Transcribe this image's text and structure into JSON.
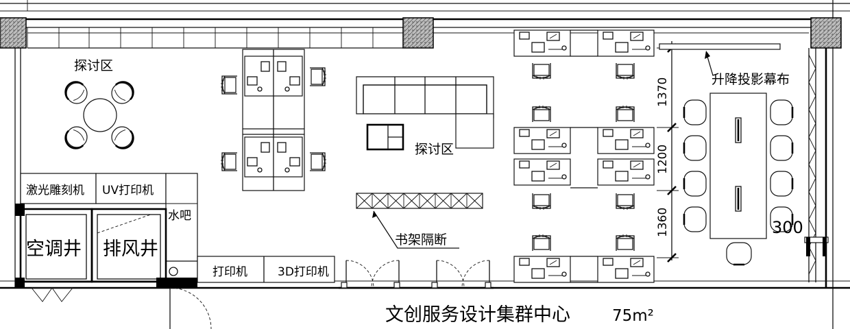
{
  "labels": {
    "discussion_area_left": "探讨区",
    "discussion_area_center": "探讨区",
    "laser_engraver": "激光雕刻机",
    "uv_printer": "UV打印机",
    "water_bar": "水吧",
    "ac_shaft": "空调井",
    "exhaust_shaft": "排风井",
    "printer": "打印机",
    "printer_3d": "3D打印机",
    "bookshelf_partition": "书架隔断",
    "projection_screen": "升降投影幕布",
    "title": "文创服务设计集群中心",
    "area": "75m²"
  },
  "dimensions": {
    "d1": "1370",
    "d2": "1200",
    "d3": "1360",
    "d4": "300"
  }
}
